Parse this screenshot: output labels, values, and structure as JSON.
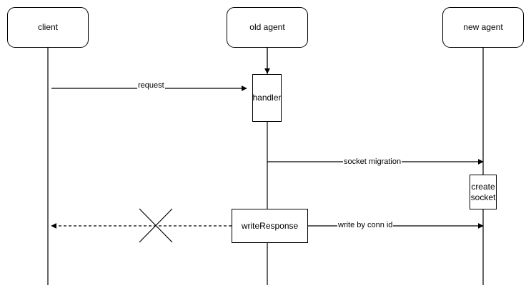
{
  "participants": {
    "client": "client",
    "old_agent": "old agent",
    "new_agent": "new agent"
  },
  "activations": {
    "handler": "handler",
    "create_socket": [
      "create",
      "socket"
    ],
    "write_response": "writeResponse"
  },
  "messages": {
    "request": "request",
    "socket_migration": "socket migration",
    "write_by_conn_id": "write by conn id"
  }
}
